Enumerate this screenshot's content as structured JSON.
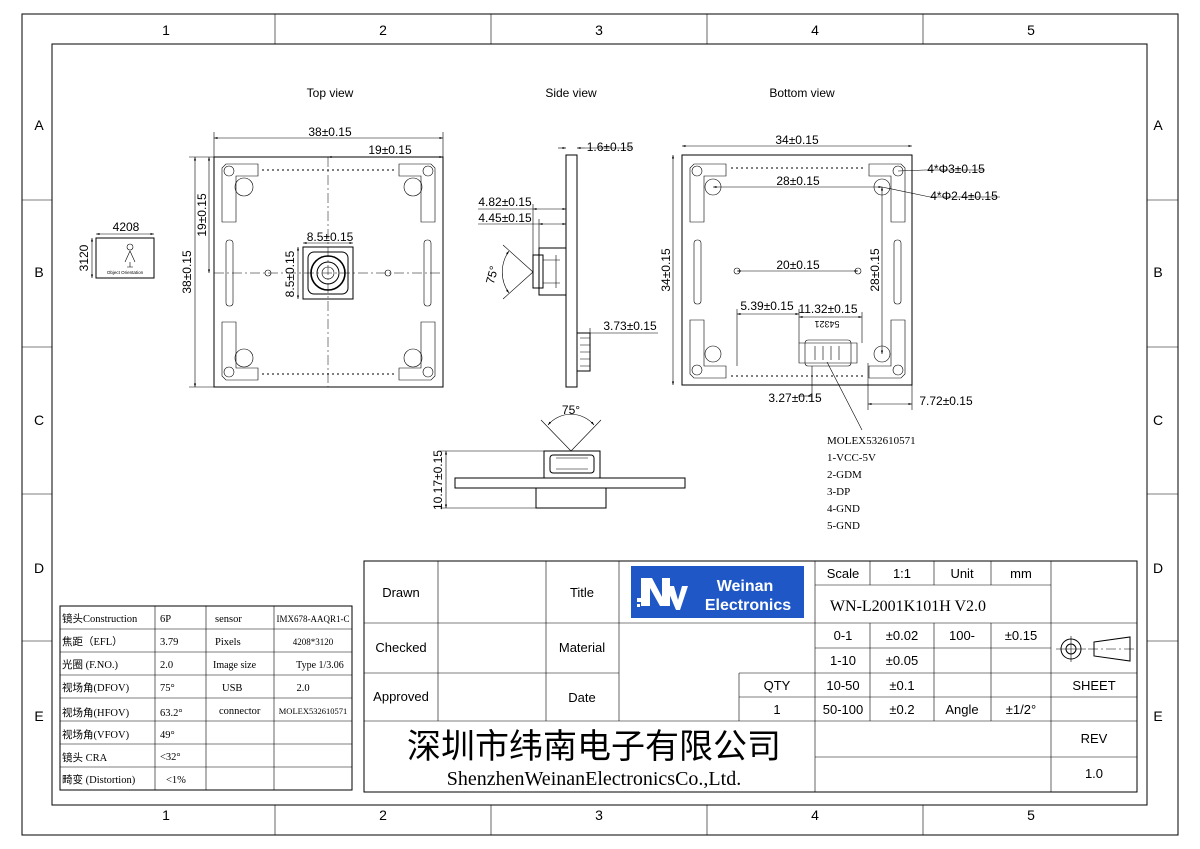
{
  "frame": {
    "columns": [
      "1",
      "2",
      "3",
      "4",
      "5"
    ],
    "rows": [
      "A",
      "B",
      "C",
      "D",
      "E"
    ]
  },
  "views": {
    "top_title": "Top view",
    "side_title": "Side view",
    "bottom_title": "Bottom view"
  },
  "top_view": {
    "width_dim": "38±0.15",
    "half_width_dim": "19±0.15",
    "height_dim": "38±0.15",
    "half_height_dim": "19±0.15",
    "lens_w": "8.5±0.15",
    "lens_h": "8.5±0.15"
  },
  "orientation": {
    "width": "4208",
    "height": "3120",
    "caption": "Object Orientation"
  },
  "side_view": {
    "pcb_thk": "1.6±0.15",
    "d1": "4.82±0.15",
    "d2": "4.45±0.15",
    "angle": "75°",
    "conn_h": "3.73±0.15"
  },
  "front_view": {
    "angle": "75°",
    "height": "10.17±0.15"
  },
  "bottom_view": {
    "width_dim": "34±0.15",
    "inner_dim": "28±0.15",
    "height_dim": "34±0.15",
    "inner_h_dim": "28±0.15",
    "hole_big": "4*Φ3±0.15",
    "hole_small": "4*Φ2.4±0.15",
    "center_dim": "20±0.15",
    "conn_x": "5.39±0.15",
    "conn_w": "11.32±0.15",
    "pins": "54321",
    "conn_b": "3.27±0.15",
    "conn_r": "7.72±0.15"
  },
  "connector_note": [
    "MOLEX532610571",
    "1-VCC-5V",
    "2-GDM",
    "3-DP",
    "4-GND",
    "5-GND"
  ],
  "spec_table": [
    [
      "镜头Construction",
      "6P",
      "sensor",
      "IMX678-AAQR1-C"
    ],
    [
      "焦距（EFL）",
      "3.79",
      "Pixels",
      "4208*3120"
    ],
    [
      "光圈 (F.NO.)",
      "2.0",
      "Image size",
      "Type 1/3.06"
    ],
    [
      "视场角(DFOV)",
      "75°",
      "USB",
      "2.0"
    ],
    [
      "视场角(HFOV)",
      "63.2°",
      "connector",
      "MOLEX532610571"
    ],
    [
      "视场角(VFOV)",
      "49°",
      "",
      ""
    ],
    [
      "镜头 CRA",
      "<32°",
      "",
      ""
    ],
    [
      "畸变 (Distortion)",
      "<1%",
      "",
      ""
    ]
  ],
  "title_block": {
    "drawn": "Drawn",
    "checked": "Checked",
    "approved": "Approved",
    "title": "Title",
    "material": "Material",
    "date": "Date",
    "qty": "QTY",
    "qty_value": "1",
    "logo_line1": "Weinan",
    "logo_line2": "Electronics",
    "part_no": "WN-L2001K101H V2.0",
    "scale_label": "Scale",
    "scale_value": "1:1",
    "unit_label": "Unit",
    "unit_value": "mm",
    "tol": [
      [
        "0-1",
        "±0.02",
        "100-",
        "±0.15"
      ],
      [
        "1-10",
        "±0.05",
        "",
        ""
      ],
      [
        "10-50",
        "±0.1",
        "",
        ""
      ],
      [
        "50-100",
        "±0.2",
        "Angle",
        "±1/2°"
      ]
    ],
    "sheet": "SHEET",
    "rev": "REV",
    "rev_value": "1.0",
    "company_cn": "深圳市纬南电子有限公司",
    "company_en": "ShenzhenWeinanElectronicsCo.,Ltd."
  }
}
